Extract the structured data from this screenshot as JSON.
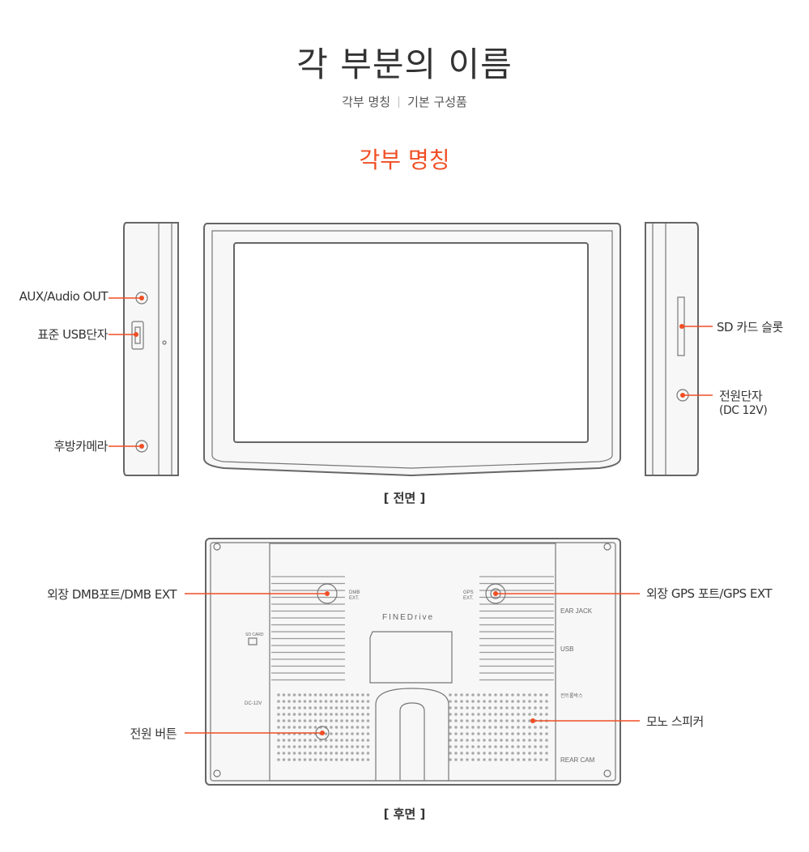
{
  "header": {
    "title": "각 부분의 이름",
    "nav": [
      {
        "label": "각부 명칭"
      },
      {
        "label": "기본 구성품"
      }
    ]
  },
  "section_title": "각부 명칭",
  "front": {
    "caption": "[ 전면 ]",
    "labels": {
      "aux": "AUX/Audio OUT",
      "usb": "표준 USB단자",
      "rear_camera": "후방카메라",
      "sd_slot": "SD 카드 슬롯",
      "power_jack": "전원단자",
      "power_jack_sub": "(DC 12V)"
    }
  },
  "back": {
    "caption": "[ 후면 ]",
    "labels": {
      "dmb": "외장 DMB포트/DMB EXT",
      "power_button": "전원 버튼",
      "gps": "외장 GPS 포트/GPS EXT",
      "speaker": "모노 스피커"
    },
    "panel": {
      "brand": "FINEDrive",
      "dmb_ext_1": "DMB",
      "dmb_ext_2": "EXT.",
      "gps_ext_1": "GPS",
      "gps_ext_2": "EXT.",
      "ear_jack": "EAR JACK",
      "usb": "USB",
      "control_box": "컨트롤박스",
      "rear_cam": "REAR CAM",
      "sd_card": "SD CARD",
      "dc": "DC-12V"
    }
  },
  "colors": {
    "accent": "#f04e23"
  }
}
